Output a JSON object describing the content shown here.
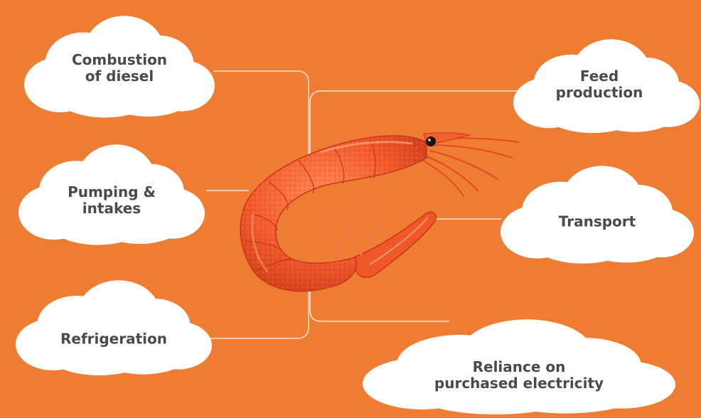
{
  "colors": {
    "background": "#ee7c32",
    "cloud": "#ffffff",
    "connector": "#fbe2d0",
    "label_text": "#4a4a4a",
    "shrimp_body": "#f0592c",
    "shrimp_light": "#ff9a6a",
    "shrimp_dark": "#c8361a"
  },
  "center": {
    "image": "shrimp-illustration"
  },
  "clouds": [
    {
      "id": "combustion-of-diesel",
      "lines": [
        "Combustion",
        "of diesel"
      ]
    },
    {
      "id": "pumping-and-intakes",
      "lines": [
        "Pumping &",
        "intakes"
      ]
    },
    {
      "id": "refrigeration",
      "lines": [
        "Refrigeration"
      ]
    },
    {
      "id": "feed-production",
      "lines": [
        "Feed",
        "production"
      ]
    },
    {
      "id": "transport",
      "lines": [
        "Transport"
      ]
    },
    {
      "id": "reliance-on-purchased-electricity",
      "lines": [
        "Reliance on",
        "purchased electricity"
      ]
    }
  ]
}
